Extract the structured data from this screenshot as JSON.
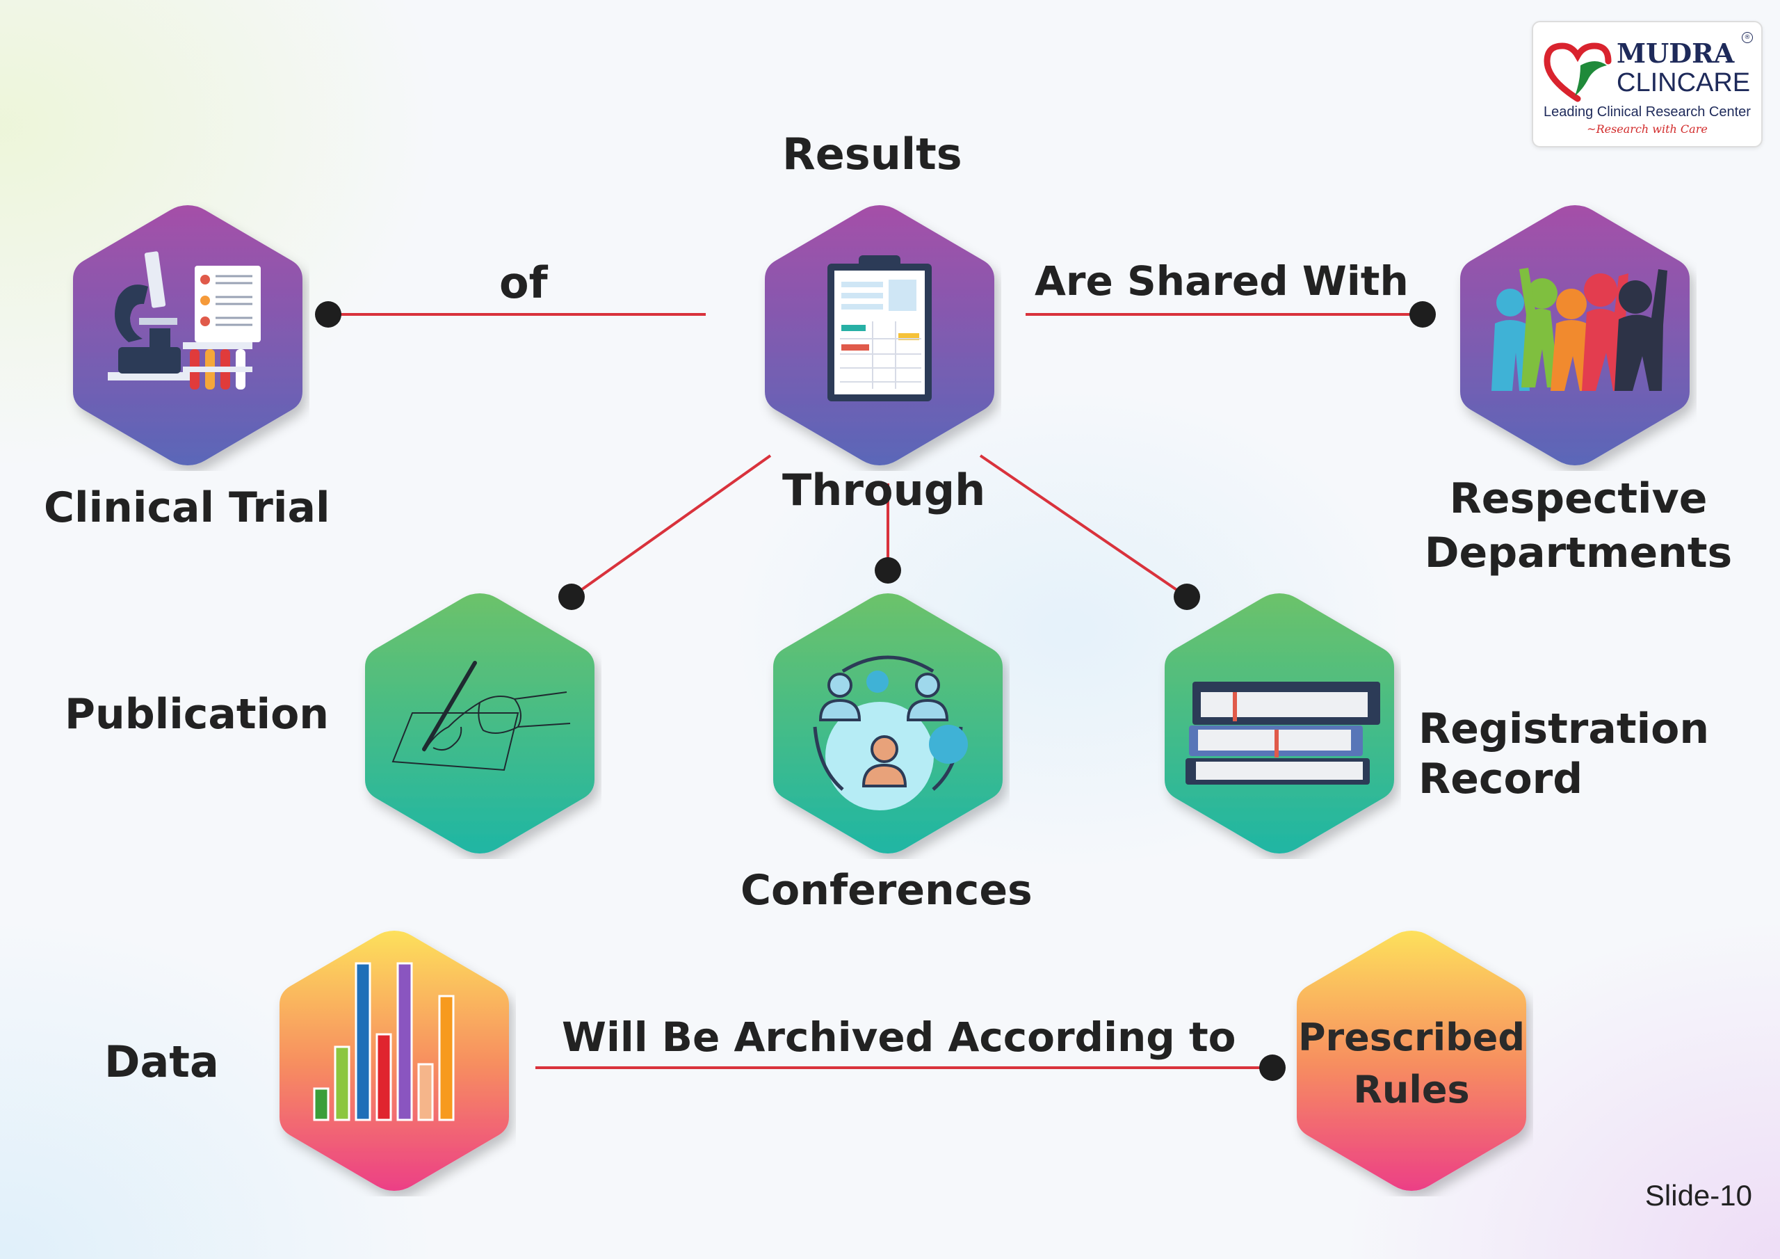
{
  "logo": {
    "name_line1": "MUDRA",
    "name_line2": "CLINCARE",
    "registered": "®",
    "tagline": "Leading Clinical Research Center",
    "subtagline": "~Research with Care"
  },
  "labels": {
    "results": "Results",
    "of": "of",
    "shared": "Are Shared With",
    "clinical_trial": "Clinical Trial",
    "through": "Through",
    "respective_l1": "Respective",
    "respective_l2": "Departments",
    "publication": "Publication",
    "conferences": "Conferences",
    "registration_l1": "Registration",
    "registration_l2": "Record",
    "data": "Data",
    "archived": "Will Be Archived According to",
    "prescribed_l1": "Prescribed",
    "prescribed_l2": "Rules"
  },
  "slide_number": "Slide-10",
  "colors": {
    "connector": "#d9323c",
    "dot": "#1e1e1e",
    "text": "#222222",
    "purple_top": "#a54fa8",
    "purple_bottom": "#5a67b8",
    "green_top": "#6cc26a",
    "green_bottom": "#1fb6a4",
    "orange_top": "#fde05c",
    "orange_bottom": "#ec3f86"
  },
  "icons": {
    "clinical_trial": "microscope-icon",
    "results": "clipboard-icon",
    "departments": "people-icon",
    "publication": "writing-hand-icon",
    "conferences": "meeting-icon",
    "registration": "books-icon",
    "data": "bar-chart-icon"
  }
}
